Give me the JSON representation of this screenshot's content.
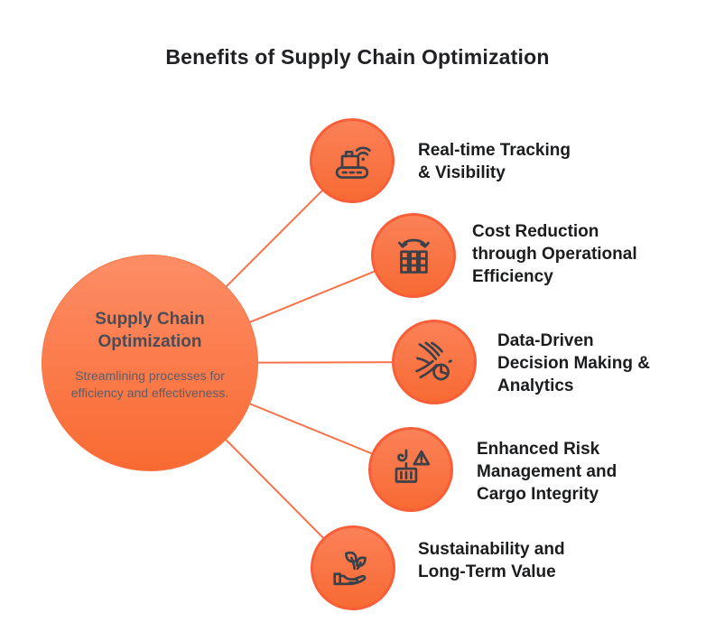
{
  "title": "Benefits of Supply Chain Optimization",
  "center": {
    "title": "Supply Chain Optimization",
    "subtitle": "Streamlining processes for efficiency and effectiveness."
  },
  "benefits": [
    {
      "icon": "conveyor-tracking-icon",
      "label": "Real-time Tracking & Visibility",
      "lines": [
        "Real-time Tracking",
        "& Visibility"
      ]
    },
    {
      "icon": "stacked-goods-transfer-icon",
      "label": "Cost Reduction through Operational Efficiency",
      "lines": [
        "Cost Reduction",
        "through Operational",
        "Efficiency"
      ]
    },
    {
      "icon": "data-stream-clock-icon",
      "label": "Data-Driven Decision Making & Analytics",
      "lines": [
        "Data-Driven",
        "Decision Making &",
        "Analytics"
      ]
    },
    {
      "icon": "crane-cargo-warning-icon",
      "label": "Enhanced Risk Management and Cargo Integrity",
      "lines": [
        "Enhanced Risk",
        "Management and",
        "Cargo Integrity"
      ]
    },
    {
      "icon": "hand-leaves-icon",
      "label": "Sustainability and Long-Term Value",
      "lines": [
        "Sustainability and",
        "Long-Term Value"
      ]
    }
  ],
  "colors": {
    "accent_orange": "#f96a33",
    "node_border": "#f85f38",
    "connector_line": "#f5724a",
    "icon_stroke": "#3c4049",
    "title_text": "#202124",
    "center_title_text": "#4b4c55",
    "center_subtitle_text": "#5d5e66",
    "label_text": "#1b1c1e",
    "background": "#ffffff"
  }
}
